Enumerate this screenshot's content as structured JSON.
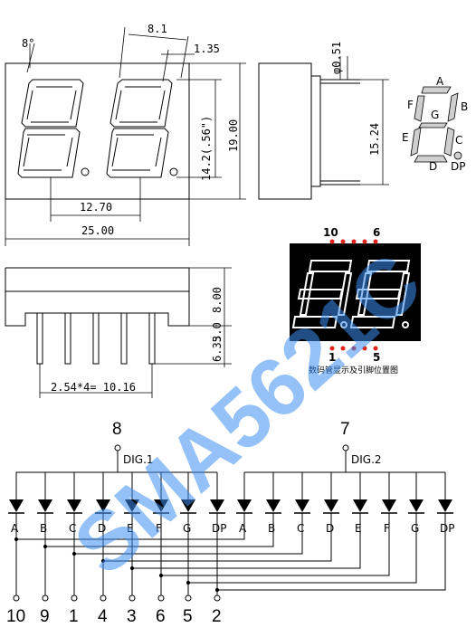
{
  "dimensions": {
    "digit_slant": "8°",
    "digit_width": "8.1",
    "seg_width": "1.35",
    "pin_diameter": "φ0.51",
    "digit_height": "14.2(.56\")",
    "body_height": "19.00",
    "pin_span_v": "15.24",
    "digit_pitch": "12.70",
    "body_width": "25.00",
    "depth": "8.00",
    "pin_len_a": "6.35",
    "pin_len_b": "3.0",
    "pin_pitch": "2.54*4= 10.16"
  },
  "segment_legend": [
    "A",
    "B",
    "C",
    "D",
    "E",
    "F",
    "G",
    "DP"
  ],
  "photo": {
    "pin_top_left": "10",
    "pin_top_right": "6",
    "pin_bottom_left": "1",
    "pin_bottom_right": "5",
    "caption": "数码管显示及引脚位置图"
  },
  "schematic": {
    "dig1_pin": "8",
    "dig1_label": "DIG.1",
    "dig2_pin": "7",
    "dig2_label": "DIG.2",
    "segments": [
      "A",
      "B",
      "C",
      "D",
      "E",
      "F",
      "G",
      "DP"
    ],
    "bottom_pins": [
      "10",
      "9",
      "1",
      "4",
      "3",
      "6",
      "5",
      "2"
    ]
  },
  "watermark": "SMA5621C"
}
